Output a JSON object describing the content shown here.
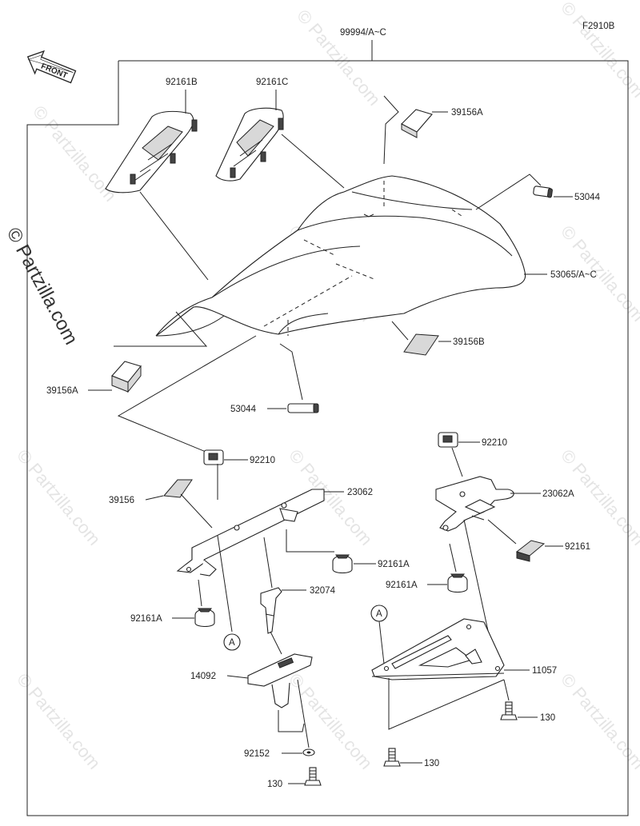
{
  "diagram": {
    "figure_code": "F2910B",
    "front_label": "FRONT",
    "circle_ref": "A",
    "watermark": "© Partzilla.com",
    "colors": {
      "line": "#222222",
      "watermark": "#cfcfcf"
    },
    "callouts": {
      "c_99994": "99994/A~C",
      "c_92161B": "92161B",
      "c_92161C": "92161C",
      "c_39156A_top": "39156A",
      "c_53044_right": "53044",
      "c_53065": "53065/A~C",
      "c_39156B": "39156B",
      "c_39156A_left": "39156A",
      "c_53044_center": "53044",
      "c_92210_left": "92210",
      "c_92210_right": "92210",
      "c_39156": "39156",
      "c_23062": "23062",
      "c_23062A": "23062A",
      "c_92161": "92161",
      "c_92161A_center": "92161A",
      "c_92161A_right": "92161A",
      "c_92161A_left": "92161A",
      "c_32074": "32074",
      "c_14092": "14092",
      "c_11057": "11057",
      "c_130_right": "130",
      "c_92152": "92152",
      "c_130_center": "130",
      "c_130_bottom": "130"
    }
  }
}
